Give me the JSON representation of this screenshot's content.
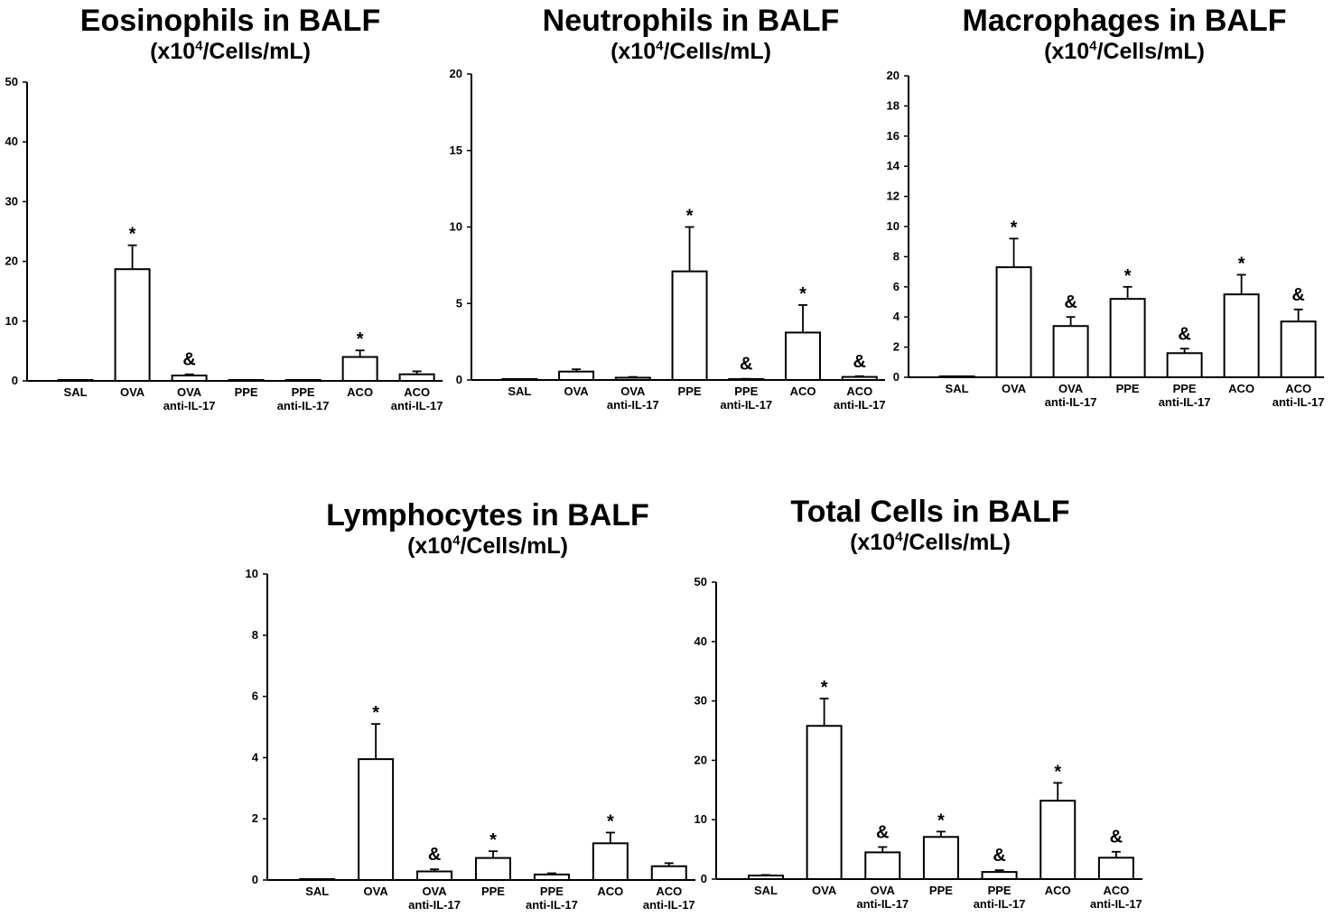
{
  "unit_prefix": "(x10",
  "unit_exp": "4",
  "unit_suffix": "/Cells/mL)",
  "chart_data": [
    {
      "type": "bar",
      "title": "Eosinophils in BALF",
      "subtitle": "(x10^4/Cells/mL)",
      "categories": [
        [
          "SAL"
        ],
        [
          "OVA"
        ],
        [
          "OVA",
          "anti-IL-17"
        ],
        [
          "PPE"
        ],
        [
          "PPE",
          "anti-IL-17"
        ],
        [
          "ACO"
        ],
        [
          "ACO",
          "anti-IL-17"
        ]
      ],
      "values": [
        0,
        18.7,
        0.9,
        0,
        0,
        4.0,
        1.1
      ],
      "errors": [
        0,
        4.0,
        0.2,
        0,
        0.1,
        1.1,
        0.5
      ],
      "markers": [
        "",
        "*",
        "&",
        "",
        "",
        "*",
        ""
      ],
      "ylim": [
        0,
        50
      ],
      "yticks": [
        0,
        10,
        20,
        30,
        40,
        50
      ]
    },
    {
      "type": "bar",
      "title": "Neutrophils in BALF",
      "subtitle": "(x10^4/Cells/mL)",
      "categories": [
        [
          "SAL"
        ],
        [
          "OVA"
        ],
        [
          "OVA",
          "anti-IL-17"
        ],
        [
          "PPE"
        ],
        [
          "PPE",
          "anti-IL-17"
        ],
        [
          "ACO"
        ],
        [
          "ACO",
          "anti-IL-17"
        ]
      ],
      "values": [
        0,
        0.55,
        0.15,
        7.1,
        0.05,
        3.1,
        0.2
      ],
      "errors": [
        0,
        0.15,
        0.05,
        2.9,
        0.03,
        1.8,
        0.05
      ],
      "markers": [
        "",
        "",
        "",
        "*",
        "&",
        "*",
        "&"
      ],
      "ylim": [
        0,
        20
      ],
      "yticks": [
        0,
        5,
        10,
        15,
        20
      ]
    },
    {
      "type": "bar",
      "title": "Macrophages in BALF",
      "subtitle": "(x10^4/Cells/mL)",
      "categories": [
        [
          "SAL"
        ],
        [
          "OVA"
        ],
        [
          "OVA",
          "anti-IL-17"
        ],
        [
          "PPE"
        ],
        [
          "PPE",
          "anti-IL-17"
        ],
        [
          "ACO"
        ],
        [
          "ACO",
          "anti-IL-17"
        ]
      ],
      "values": [
        0,
        7.3,
        3.4,
        5.2,
        1.6,
        5.5,
        3.7
      ],
      "errors": [
        0.05,
        1.9,
        0.6,
        0.8,
        0.3,
        1.3,
        0.8
      ],
      "markers": [
        "",
        "*",
        "&",
        "*",
        "&",
        "*",
        "&"
      ],
      "ylim": [
        0,
        20
      ],
      "yticks": [
        0,
        2,
        4,
        6,
        8,
        10,
        12,
        14,
        16,
        18,
        20
      ]
    },
    {
      "type": "bar",
      "title": "Lymphocytes in BALF",
      "subtitle": "(x10^4/Cells/mL)",
      "categories": [
        [
          "SAL"
        ],
        [
          "OVA"
        ],
        [
          "OVA",
          "anti-IL-17"
        ],
        [
          "PPE"
        ],
        [
          "PPE",
          "anti-IL-17"
        ],
        [
          "ACO"
        ],
        [
          "ACO",
          "anti-IL-17"
        ]
      ],
      "values": [
        0,
        3.95,
        0.28,
        0.72,
        0.18,
        1.2,
        0.45
      ],
      "errors": [
        0,
        1.15,
        0.07,
        0.22,
        0.04,
        0.35,
        0.1
      ],
      "markers": [
        "",
        "*",
        "&",
        "*",
        "",
        "*",
        ""
      ],
      "ylim": [
        0,
        10
      ],
      "yticks": [
        0,
        2,
        4,
        6,
        8,
        10
      ]
    },
    {
      "type": "bar",
      "title": "Total Cells in BALF",
      "subtitle": "(x10^4/Cells/mL)",
      "categories": [
        [
          "SAL"
        ],
        [
          "OVA"
        ],
        [
          "OVA",
          "anti-IL-17"
        ],
        [
          "PPE"
        ],
        [
          "PPE",
          "anti-IL-17"
        ],
        [
          "ACO"
        ],
        [
          "ACO",
          "anti-IL-17"
        ]
      ],
      "values": [
        0.6,
        25.8,
        4.5,
        7.1,
        1.2,
        13.2,
        3.6
      ],
      "errors": [
        0.1,
        4.6,
        0.9,
        0.9,
        0.3,
        3.0,
        1.0
      ],
      "markers": [
        "",
        "*",
        "&",
        "*",
        "&",
        "*",
        "&"
      ],
      "ylim": [
        0,
        50
      ],
      "yticks": [
        0,
        10,
        20,
        30,
        40,
        50
      ]
    }
  ]
}
